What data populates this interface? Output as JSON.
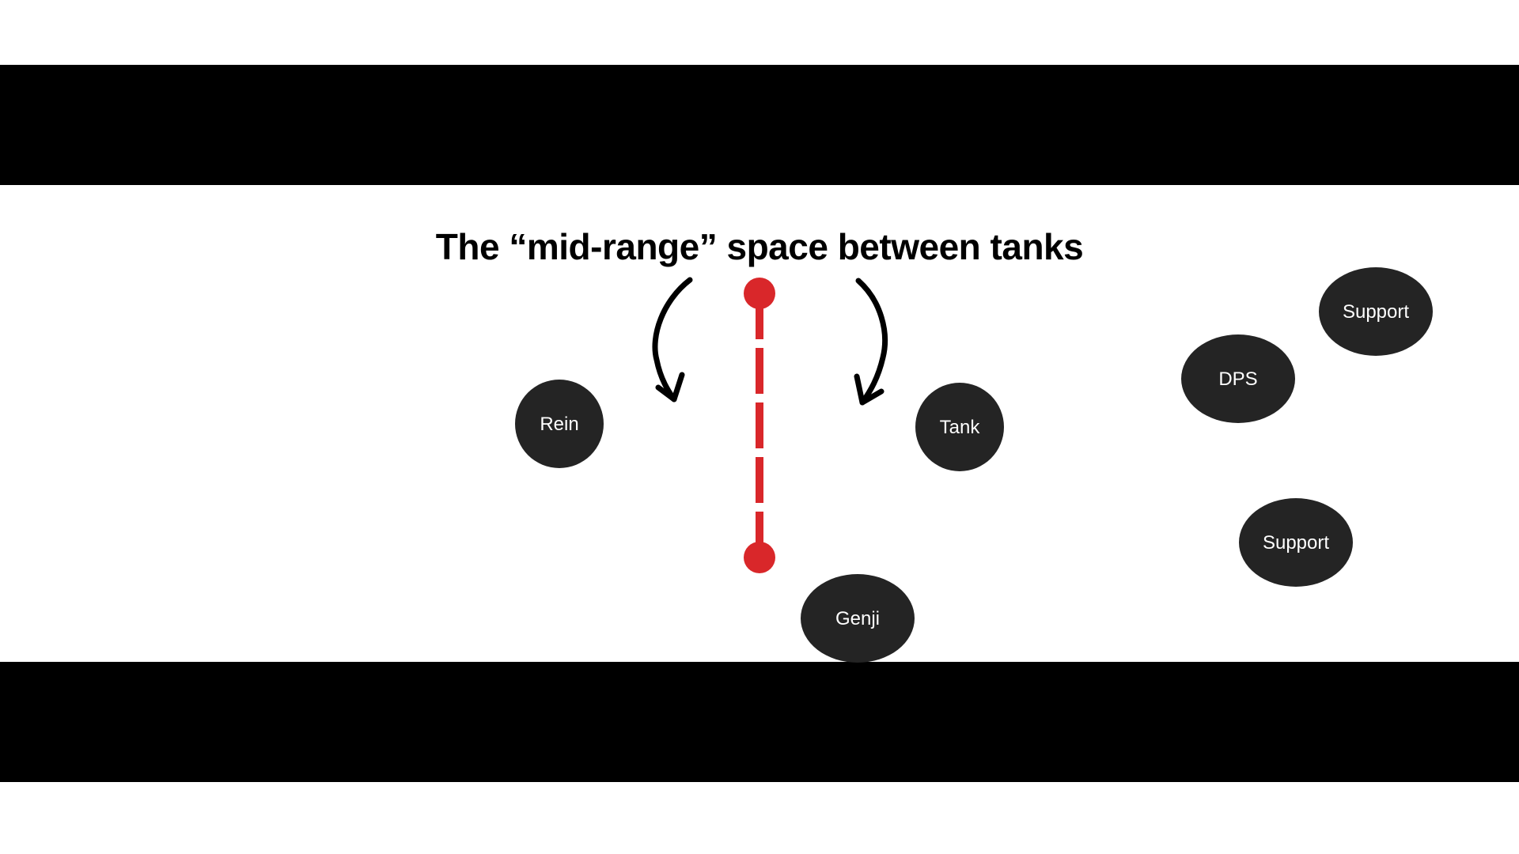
{
  "diagram": {
    "title": "The “mid-range” space between tanks",
    "colors": {
      "background": "#ffffff",
      "band": "#000000",
      "node_fill": "#242424",
      "node_text": "#ffffff",
      "range_line": "#d9272a",
      "arrow": "#000000"
    },
    "nodes": [
      {
        "id": "rein",
        "label": "Rein",
        "shape": "circle"
      },
      {
        "id": "tank",
        "label": "Tank",
        "shape": "circle"
      },
      {
        "id": "genji",
        "label": "Genji",
        "shape": "ellipse"
      },
      {
        "id": "dps",
        "label": "DPS",
        "shape": "ellipse"
      },
      {
        "id": "support-top",
        "label": "Support",
        "shape": "ellipse"
      },
      {
        "id": "support-bottom",
        "label": "Support",
        "shape": "ellipse"
      }
    ],
    "range_marker": {
      "style": "dashed",
      "endpoints": "dots",
      "meaning": "mid-range space"
    },
    "arrows": [
      {
        "id": "arrow-left",
        "direction": "curving-down-toward-rein",
        "icon": "curved-arrow-down-icon"
      },
      {
        "id": "arrow-right",
        "direction": "curving-down-toward-tank",
        "icon": "curved-arrow-down-icon"
      }
    ]
  }
}
